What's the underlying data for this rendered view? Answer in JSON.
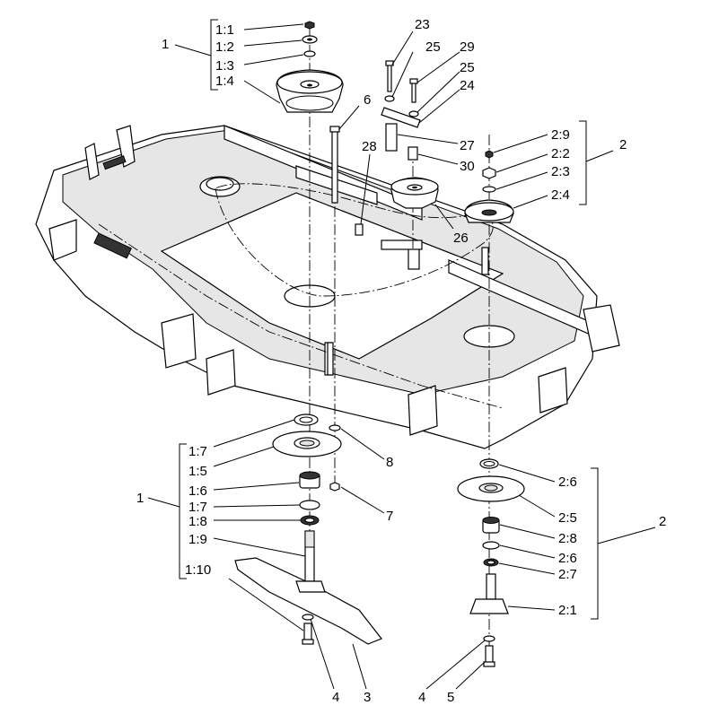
{
  "diagram": {
    "callouts": {
      "g1_top": "1",
      "p1_1": "1:1",
      "p1_2": "1:2",
      "p1_3": "1:3",
      "p1_4": "1:4",
      "p23": "23",
      "p25a": "25",
      "p29": "29",
      "p25b": "25",
      "p24": "24",
      "p6": "6",
      "p28": "28",
      "p27": "27",
      "p30": "30",
      "p26": "26",
      "p2_9": "2:9",
      "p2_2": "2:2",
      "p2_3": "2:3",
      "p2_4": "2:4",
      "g2_top": "2",
      "g1_bottom": "1",
      "p1_7a": "1:7",
      "p1_5": "1:5",
      "p1_6": "1:6",
      "p1_7b": "1:7",
      "p1_8": "1:8",
      "p1_9": "1:9",
      "p1_10": "1:10",
      "p8": "8",
      "p7": "7",
      "p4a": "4",
      "p3": "3",
      "p2_6a": "2:6",
      "p2_5": "2:5",
      "g2_bottom": "2",
      "p2_8": "2:8",
      "p2_6b": "2:6",
      "p2_7": "2:7",
      "p2_1": "2:1",
      "p4b": "4",
      "p5": "5"
    }
  }
}
